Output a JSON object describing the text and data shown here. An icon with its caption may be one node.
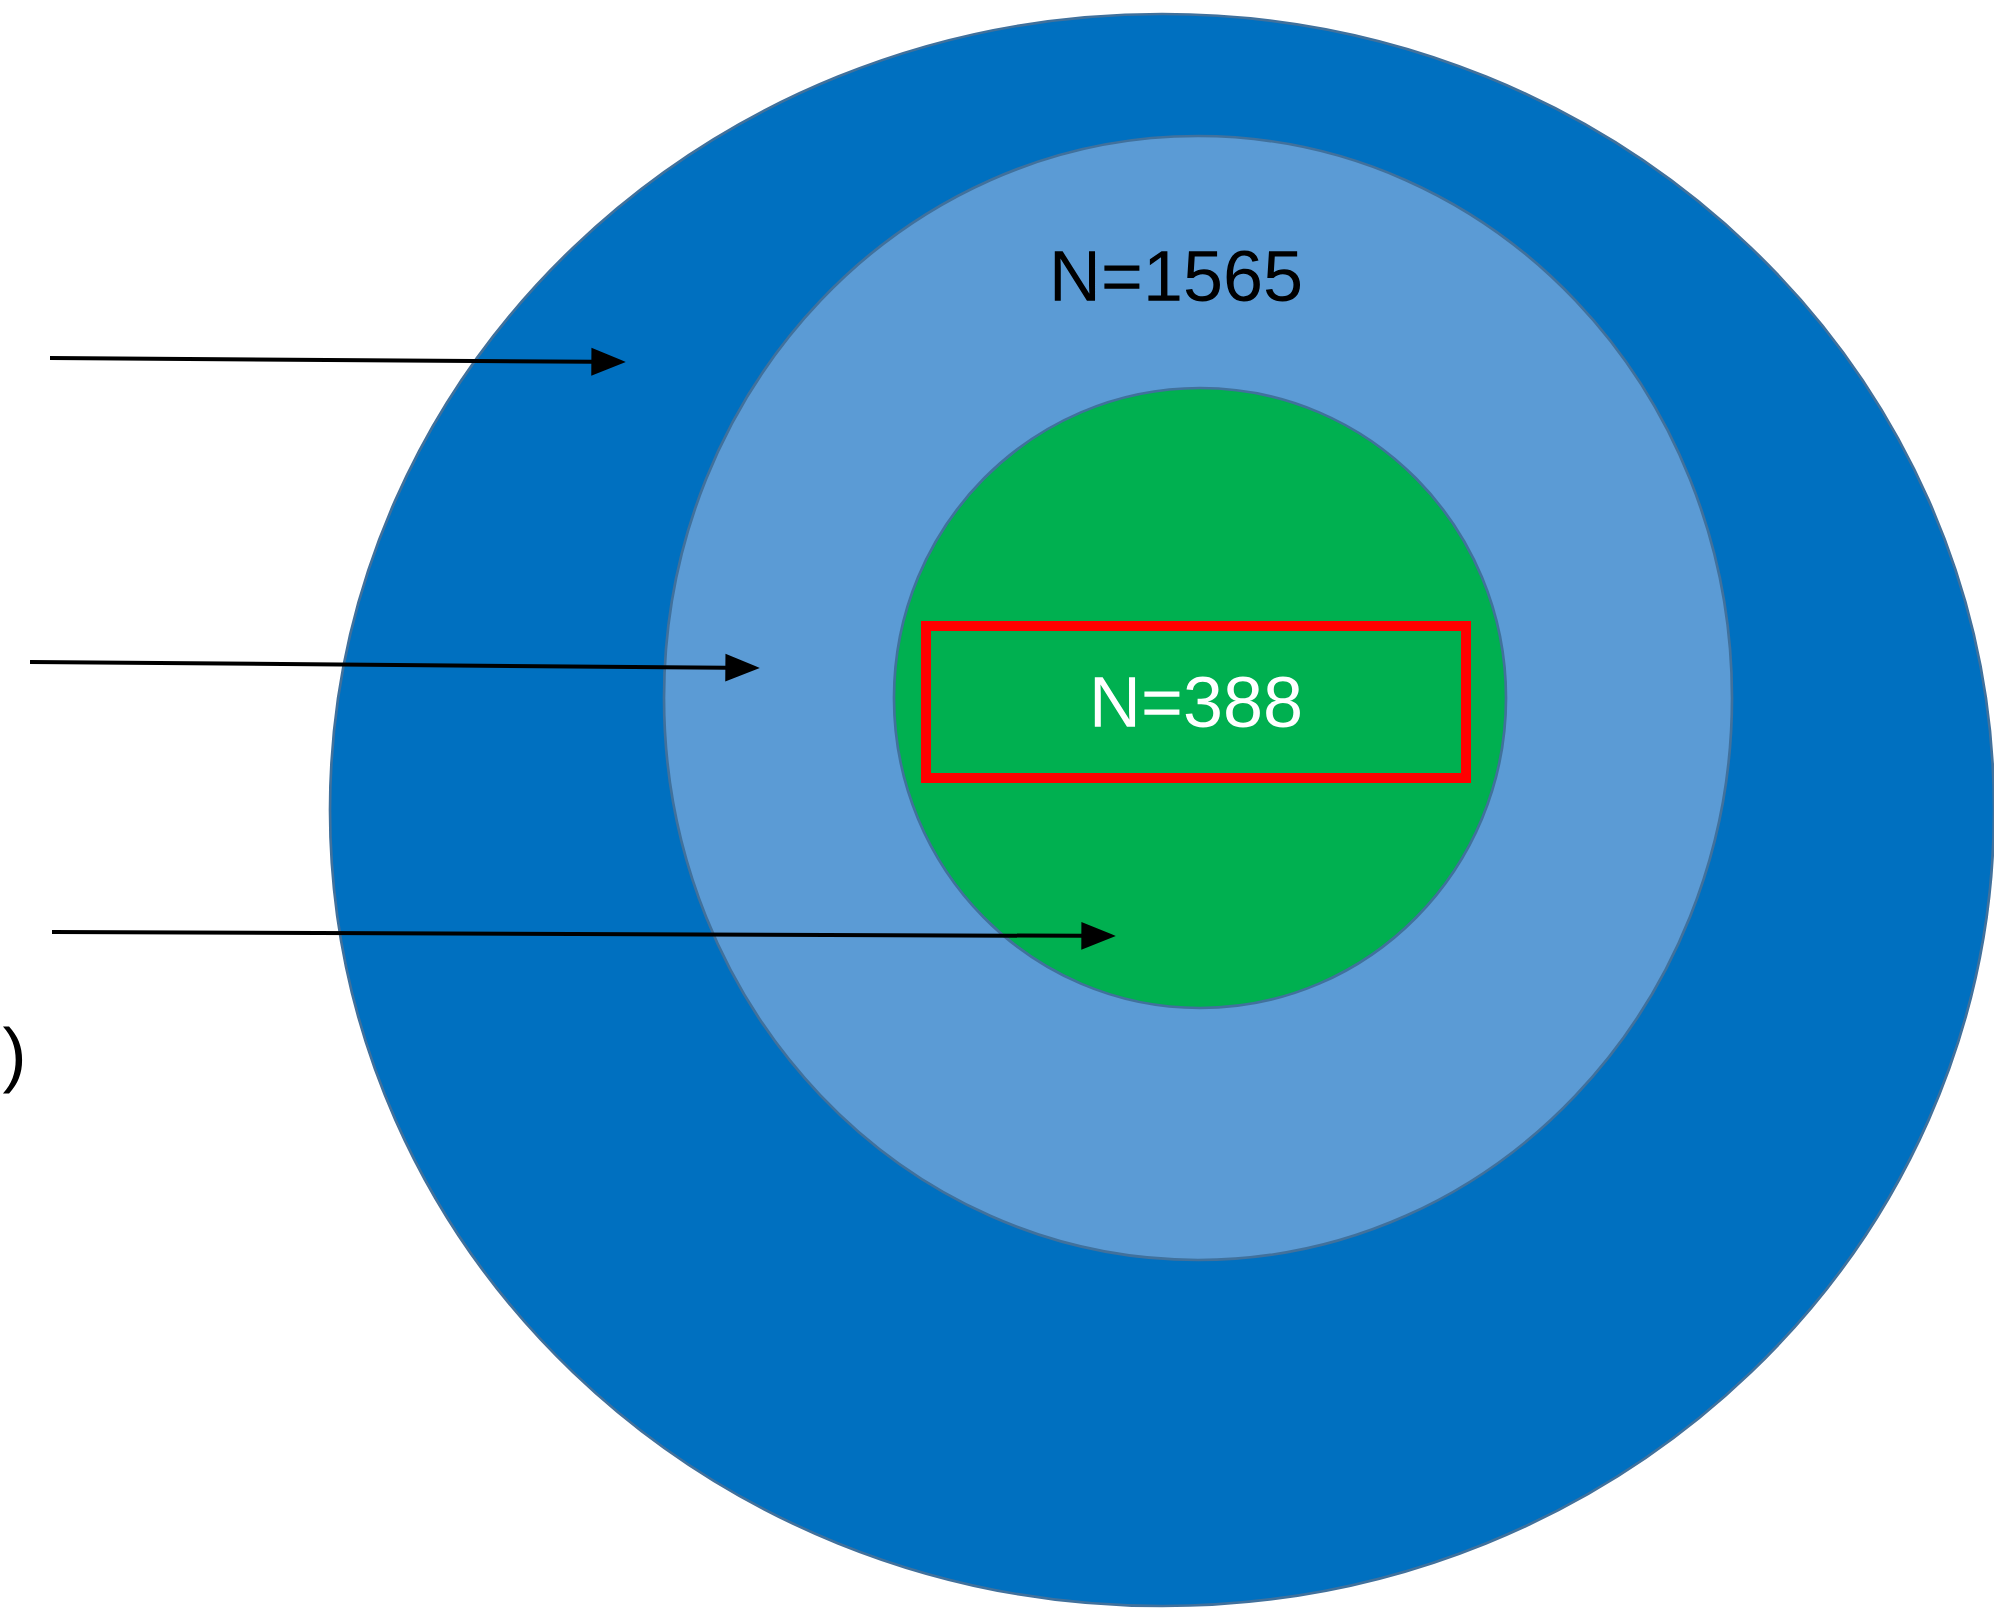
{
  "diagram": {
    "nodes": [
      {
        "text": [],
        "shape": "circle"
      },
      {
        "text": [
          "N=1565"
        ],
        "in": 0
      },
      {
        "text": [],
        "shape": "circle",
        "in": 1
      },
      {
        "text": [
          "N=388"
        ],
        "in": 2
      }
    ],
    "edges": [
      {
        "from": null,
        "to": 0,
        "arrow": "to"
      },
      {
        "from": null,
        "to": 1,
        "arrow": "to"
      },
      {
        "from": null,
        "to": 2,
        "arrow": "to"
      }
    ],
    "labels": [
      ")"
    ]
  }
}
